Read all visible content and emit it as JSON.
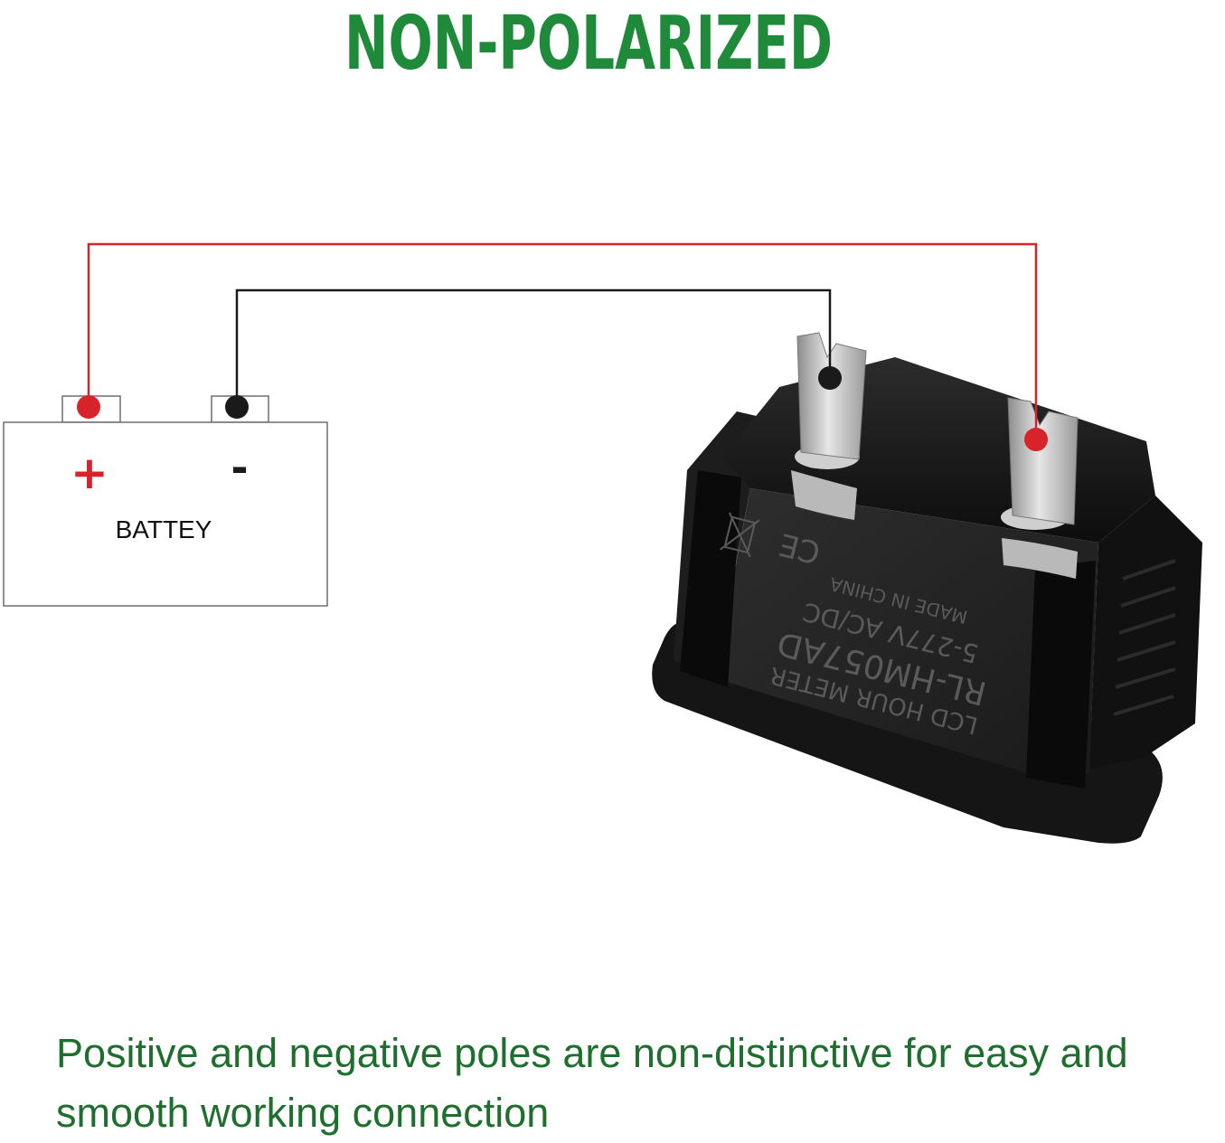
{
  "title": "NON-POLARIZED",
  "battery": {
    "label": "BATTEY",
    "positive_symbol": "+",
    "negative_symbol": "-"
  },
  "meter_label": {
    "line1": "LCD HOUR METER",
    "line2": "RL-HM057AD",
    "line3": "5-277V  AC/DC",
    "line4": "MADE IN CHINA",
    "marks": "CE"
  },
  "caption": "Positive and negative poles are non-distinctive for easy and smooth working connection",
  "colors": {
    "title": "#1f8a3a",
    "caption": "#1e6e2e",
    "positive_wire": "#d9232b",
    "negative_wire": "#1a1a1a",
    "battery_outline": "#6e6e6e",
    "meter_body": "#141414"
  }
}
